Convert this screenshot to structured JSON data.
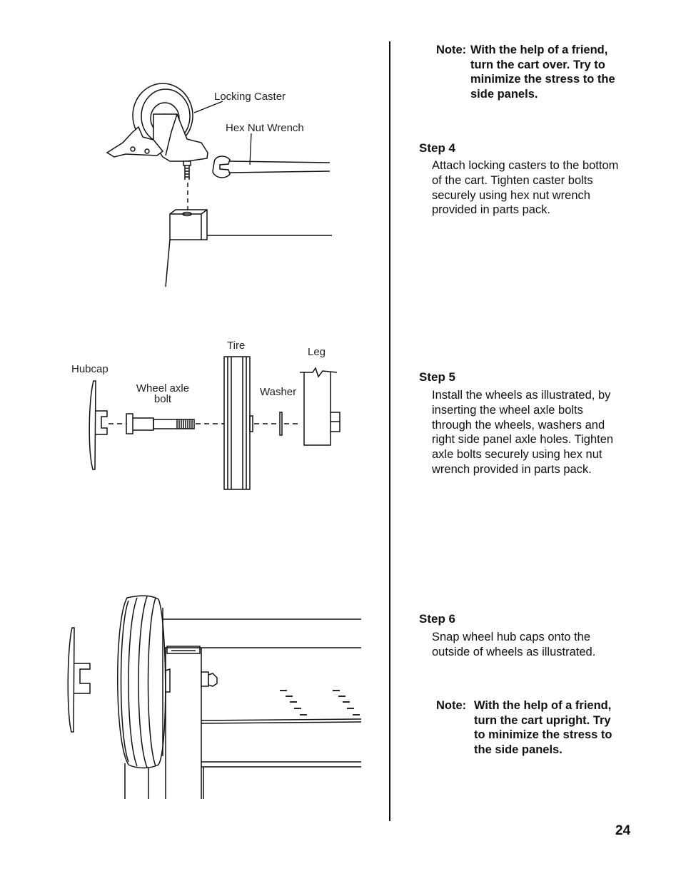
{
  "labels": {
    "locking_caster": "Locking Caster",
    "hex_nut_wrench": "Hex Nut Wrench",
    "hubcap": "Hubcap",
    "wheel_axle_bolt": "Wheel axle\nbolt",
    "tire": "Tire",
    "leg": "Leg",
    "washer": "Washer"
  },
  "note1": {
    "label": "Note:",
    "text": "With the help of a friend,\nturn the cart over. Try to\nminimize the stress to the\nside panels."
  },
  "steps": [
    {
      "title": "Step 4",
      "text": "Attach locking casters to the bottom\nof the cart. Tighten caster bolts\nsecurely using hex nut wrench\nprovided in parts pack."
    },
    {
      "title": "Step 5",
      "text": "Install the wheels as illustrated, by\ninserting the wheel axle bolts\nthrough the wheels, washers and\nright side panel axle holes. Tighten\naxle bolts securely using hex nut\nwrench provided in parts pack."
    },
    {
      "title": "Step 6",
      "text": "Snap wheel hub caps onto the\noutside of wheels as illustrated."
    }
  ],
  "note2": {
    "label": "Note:",
    "text": "With the help of a friend,\nturn the cart upright. Try\nto minimize the stress to\nthe side panels."
  },
  "page_number": "24"
}
